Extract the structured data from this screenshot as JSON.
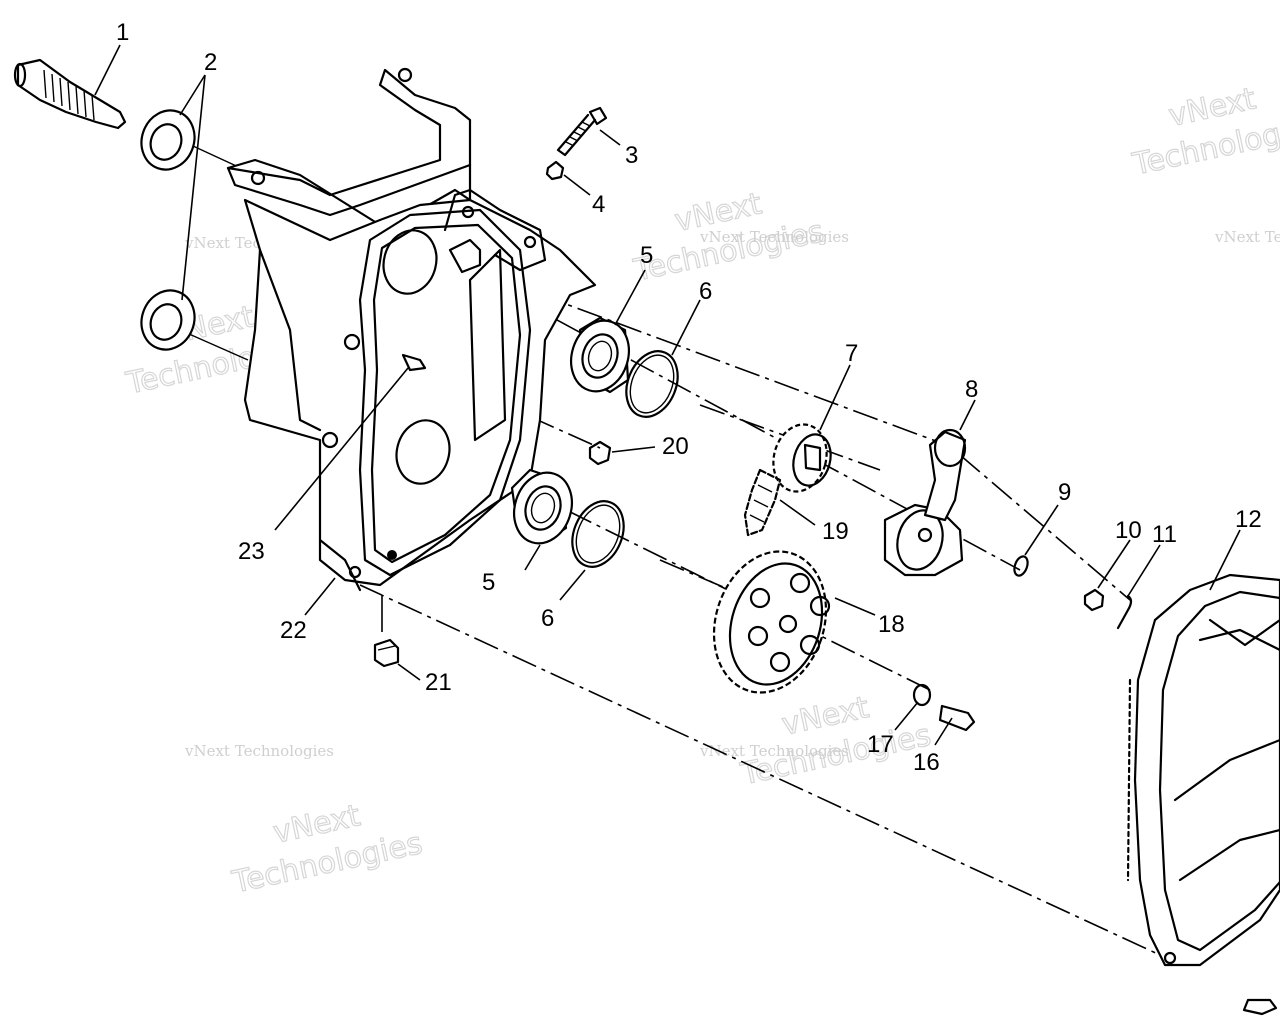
{
  "watermark": {
    "small": "vNext Technologies",
    "big_line1": "vNext",
    "big_line2": "Technologies"
  },
  "callouts": [
    "1",
    "2",
    "3",
    "4",
    "5",
    "6",
    "7",
    "8",
    "9",
    "10",
    "11",
    "12",
    "16",
    "17",
    "18",
    "19",
    "20",
    "21",
    "22",
    "23",
    "5",
    "6"
  ]
}
